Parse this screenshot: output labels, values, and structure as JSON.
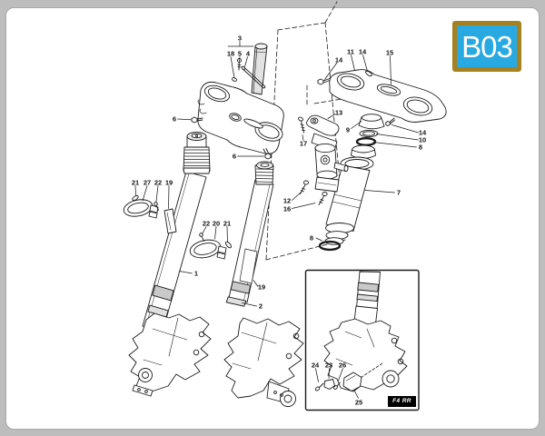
{
  "page": {
    "code": "B03"
  },
  "colors": {
    "badge_bg": "#29a9e1",
    "badge_border": "#a6811f",
    "line_color": "#1b1b1b"
  },
  "diagram": {
    "inset": {
      "variant_label": "F4 RR"
    },
    "callouts": [
      {
        "text": "3"
      },
      {
        "text": "18"
      },
      {
        "text": "5"
      },
      {
        "text": "4"
      },
      {
        "text": "6"
      },
      {
        "text": "6"
      },
      {
        "text": "21"
      },
      {
        "text": "27"
      },
      {
        "text": "22"
      },
      {
        "text": "19"
      },
      {
        "text": "22"
      },
      {
        "text": "20"
      },
      {
        "text": "21"
      },
      {
        "text": "1"
      },
      {
        "text": "19"
      },
      {
        "text": "2"
      },
      {
        "text": "14"
      },
      {
        "text": "11"
      },
      {
        "text": "14"
      },
      {
        "text": "15"
      },
      {
        "text": "13"
      },
      {
        "text": "9"
      },
      {
        "text": "17"
      },
      {
        "text": "14"
      },
      {
        "text": "10"
      },
      {
        "text": "8"
      },
      {
        "text": "7"
      },
      {
        "text": "12"
      },
      {
        "text": "16"
      },
      {
        "text": "8"
      },
      {
        "text": "24"
      },
      {
        "text": "23"
      },
      {
        "text": "26"
      },
      {
        "text": "25"
      }
    ]
  }
}
